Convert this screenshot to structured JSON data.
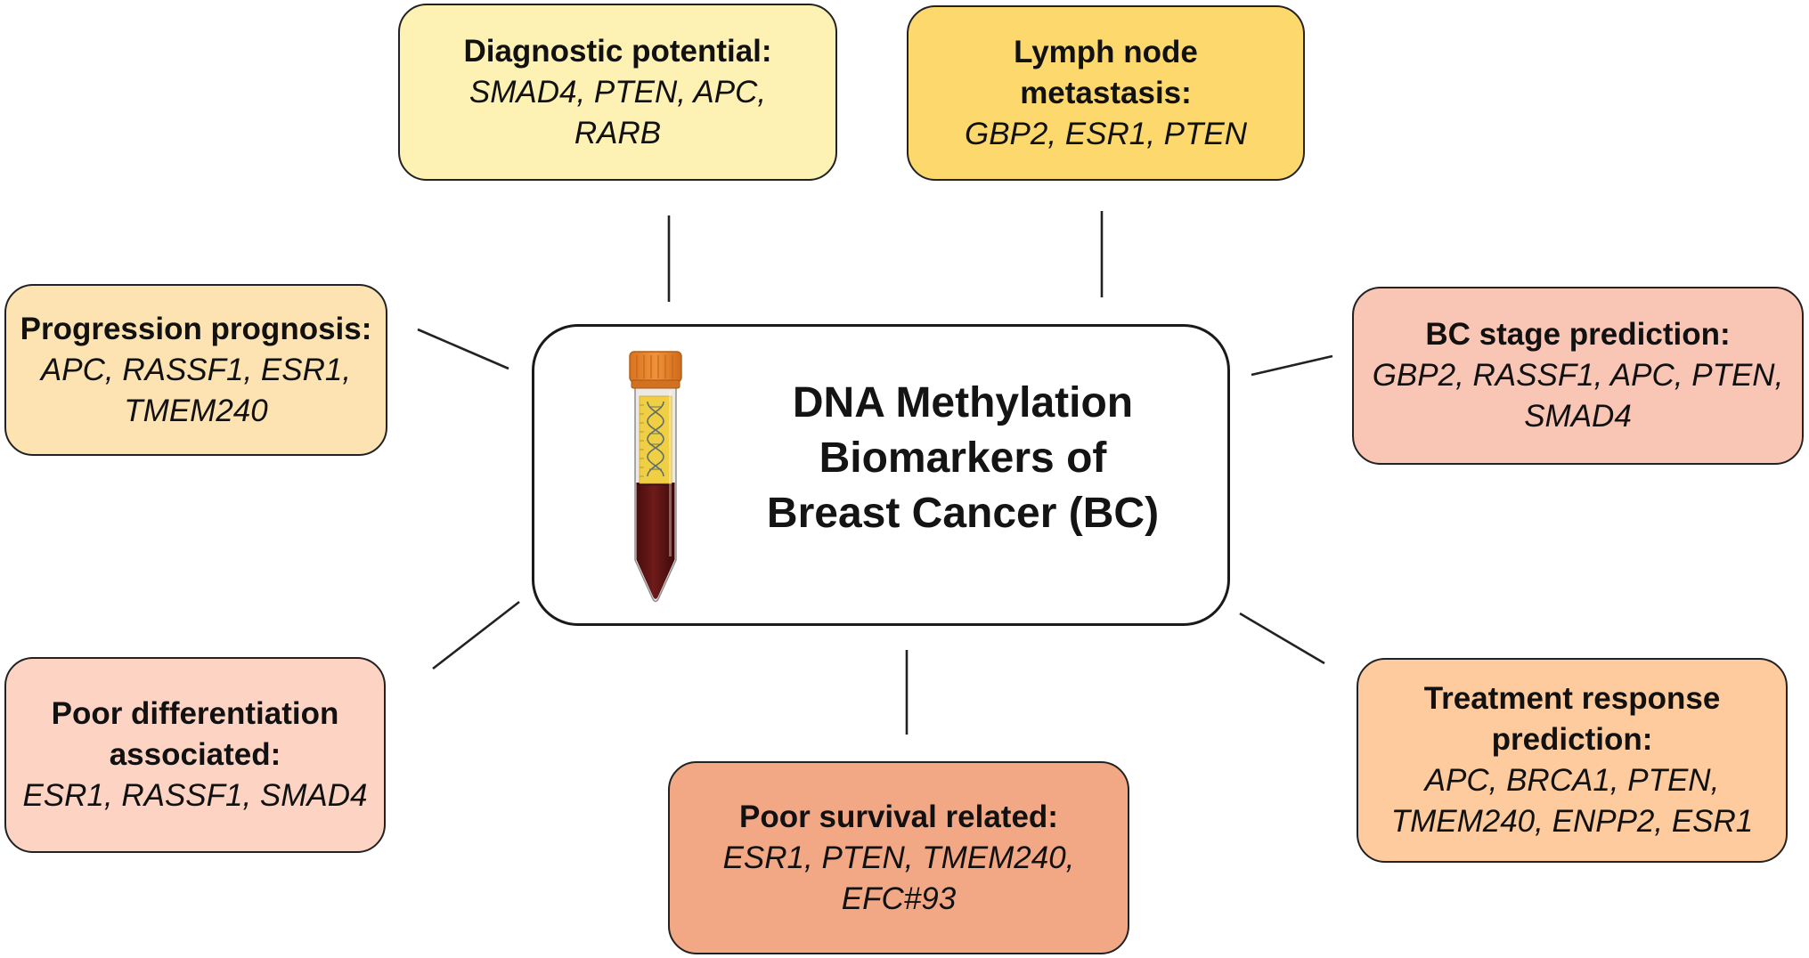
{
  "center": {
    "lines": [
      "DNA Methylation",
      "Biomarkers of",
      "Breast Cancer (BC)"
    ],
    "icon": "test-tube-icon"
  },
  "boxes": [
    {
      "title_lines": [
        "Diagnostic potential:"
      ],
      "gene_lines": [
        "SMAD4, PTEN, APC,",
        "RARB"
      ],
      "fill": "#fef1b4"
    },
    {
      "title_lines": [
        "Lymph node",
        "metastasis:"
      ],
      "gene_lines": [
        "GBP2, ESR1, PTEN"
      ],
      "fill": "#fdd96d"
    },
    {
      "title_lines": [
        "Progression prognosis:"
      ],
      "gene_lines": [
        "APC, RASSF1, ESR1,",
        "TMEM240"
      ],
      "fill": "#fde3b2"
    },
    {
      "title_lines": [
        "BC stage prediction:"
      ],
      "gene_lines": [
        "GBP2, RASSF1, APC, PTEN,",
        "SMAD4"
      ],
      "fill": "#f9c5b5"
    },
    {
      "title_lines": [
        "Poor differentiation",
        "associated:"
      ],
      "gene_lines": [
        "ESR1, RASSF1, SMAD4"
      ],
      "fill": "#fdd4c3"
    },
    {
      "title_lines": [
        "Poor survival related:"
      ],
      "gene_lines": [
        "ESR1, PTEN, TMEM240,",
        "EFC#93"
      ],
      "fill": "#f2a785"
    },
    {
      "title_lines": [
        "Treatment response",
        "prediction:"
      ],
      "gene_lines": [
        "APC, BRCA1, PTEN,",
        "TMEM240, ENPP2, ESR1"
      ],
      "fill": "#fdcb9d"
    }
  ]
}
